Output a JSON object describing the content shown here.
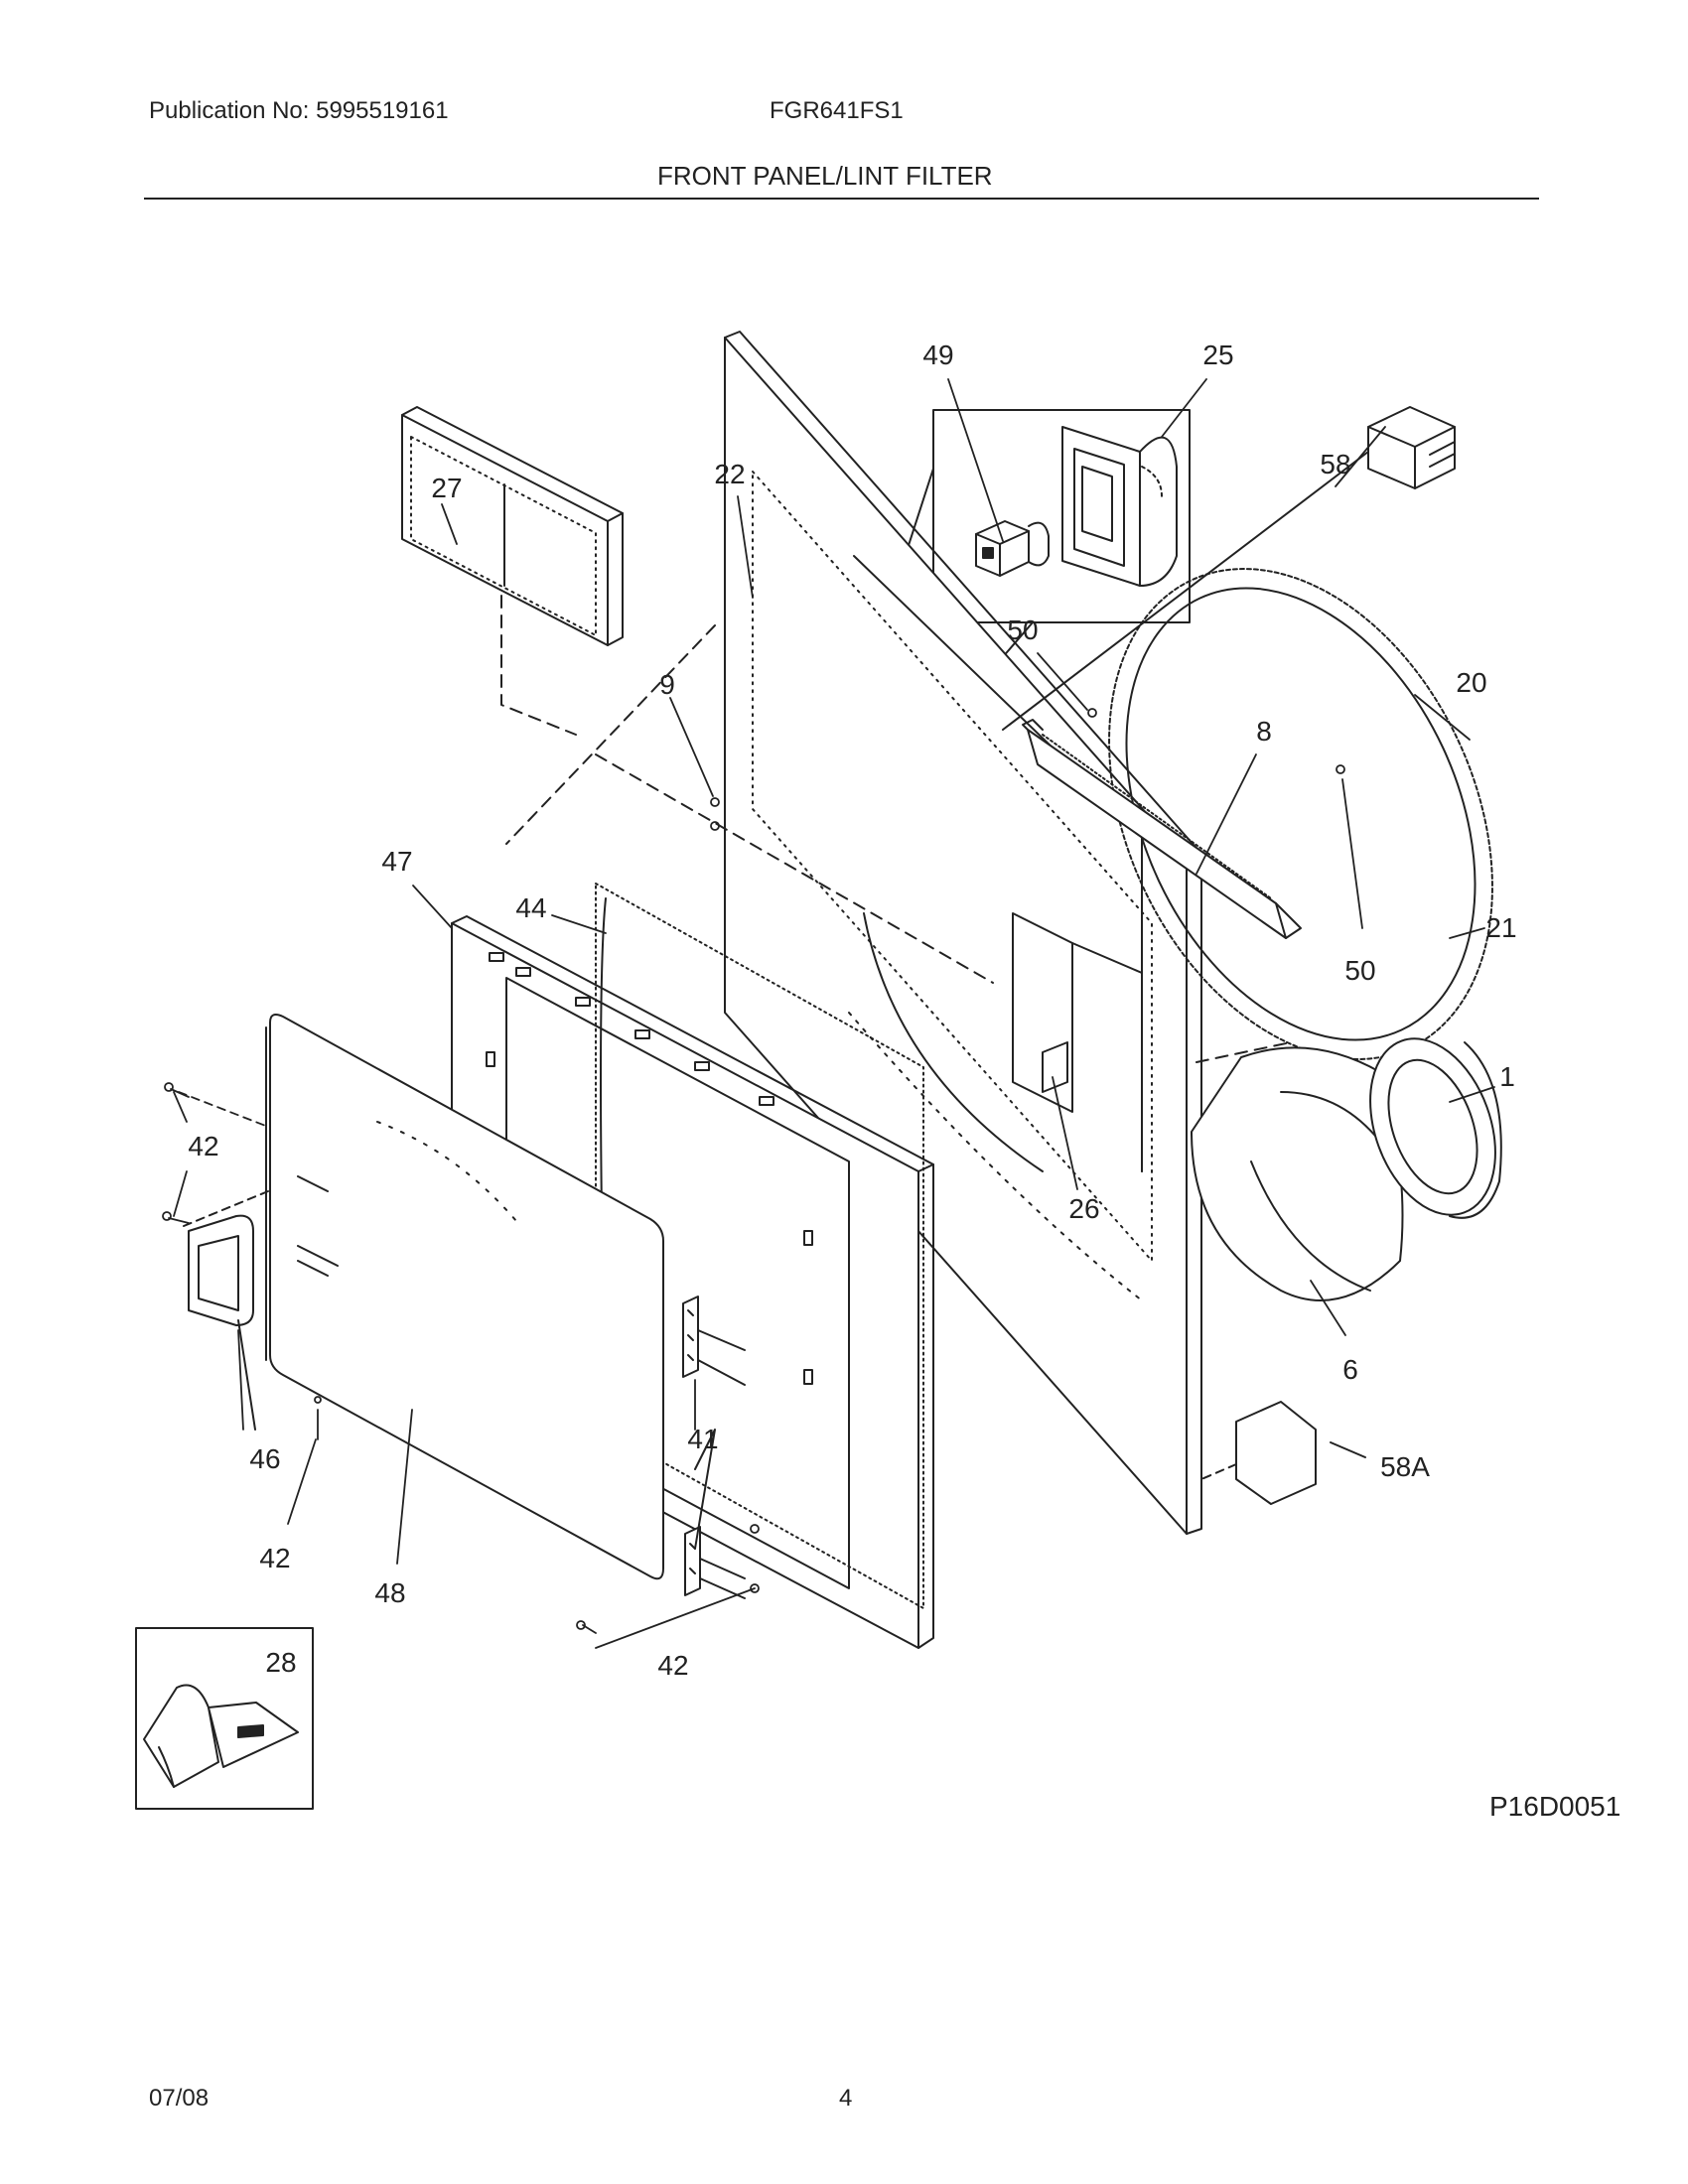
{
  "header": {
    "publication": "Publication No: 5995519161",
    "model": "FGR641FS1",
    "section_title": "FRONT PANEL/LINT FILTER"
  },
  "diagram_code": "P16D0051",
  "callouts": [
    "49",
    "25",
    "58",
    "27",
    "22",
    "50",
    "9",
    "20",
    "8",
    "47",
    "44",
    "50",
    "21",
    "42",
    "1",
    "26",
    "6",
    "46",
    "41",
    "58A",
    "42",
    "48",
    "42",
    "28"
  ],
  "footer": {
    "date": "07/08",
    "page": "4"
  }
}
